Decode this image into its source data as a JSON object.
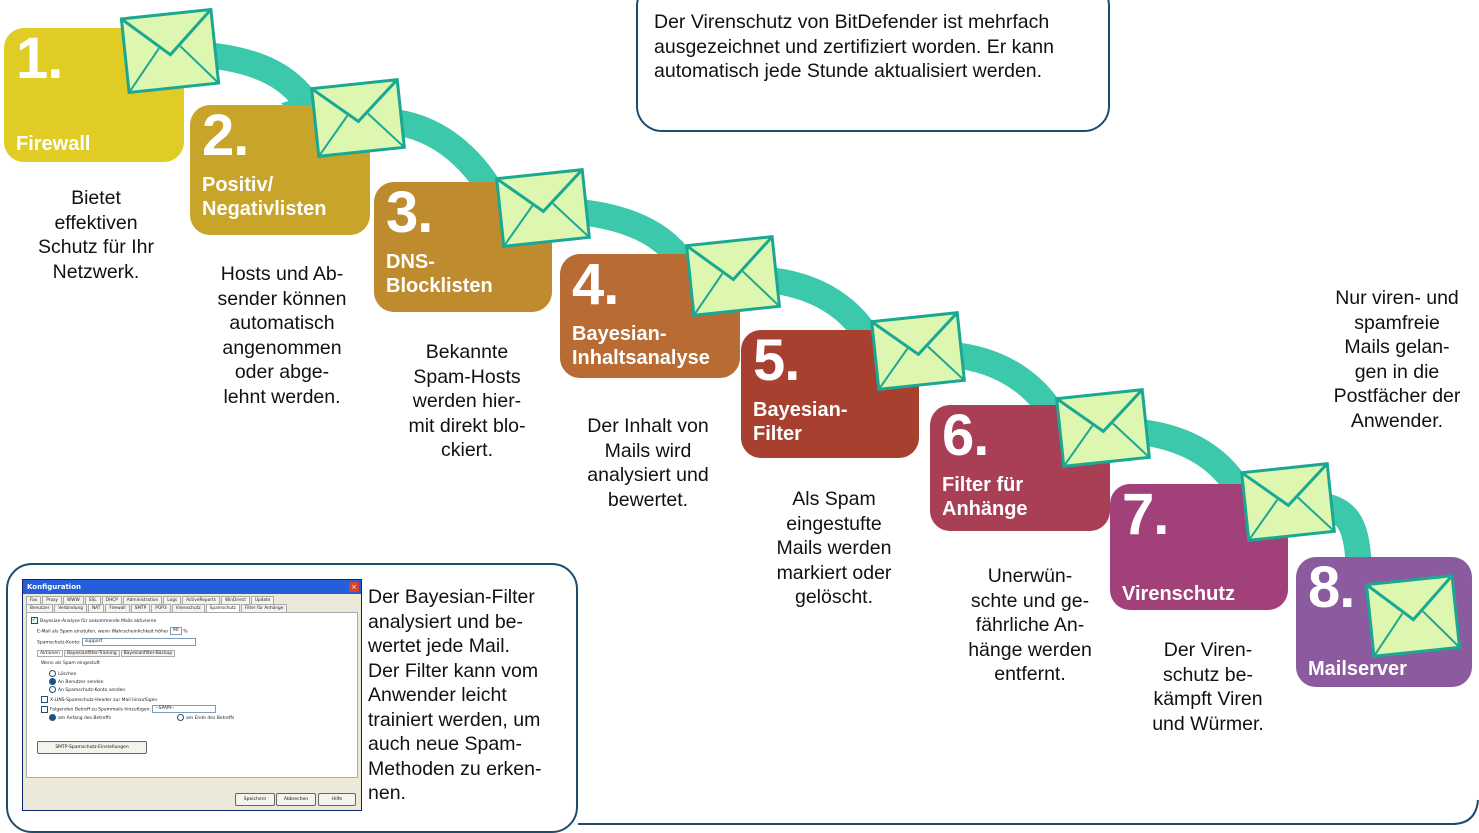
{
  "stages": [
    {
      "number": "1.",
      "name": "Firewall",
      "color": "#e0cc25",
      "description": "Bietet\neffektiven\nSchutz für Ihr\nNetzwerk."
    },
    {
      "number": "2.",
      "name": "Positiv/\nNegativlisten",
      "color": "#c8a42a",
      "description": "Hosts und Ab-\nsender können\nautomatisch\nangenommen\noder abge-\nlehnt werden."
    },
    {
      "number": "3.",
      "name": "DNS-\nBlocklisten",
      "color": "#bf8b2f",
      "description": "Bekannte\nSpam-Hosts\nwerden hier-\nmit direkt blo-\nckiert."
    },
    {
      "number": "4.",
      "name": "Bayesian-\nInhaltsanalyse",
      "color": "#b86c33",
      "description": "Der Inhalt von\nMails wird\nanalysiert und\nbewertet."
    },
    {
      "number": "5.",
      "name": "Bayesian-\nFilter",
      "color": "#a7402f",
      "description": "Als Spam\neingestufte\nMails werden\nmarkiert oder\ngelöscht."
    },
    {
      "number": "6.",
      "name": "Filter für\nAnhänge",
      "color": "#a83f54",
      "description": "Unerwün-\nschte und ge-\nfährliche An-\nhänge werden\nentfernt."
    },
    {
      "number": "7.",
      "name": "Virenschutz",
      "color": "#a2407a",
      "description": "Der Viren-\nschutz be-\nkämpft Viren\nund Würmer."
    },
    {
      "number": "8.",
      "name": "Mailserver",
      "color": "#8c5a9e",
      "description": "Nur viren- und\nspamfreie\nMails gelan-\ngen in die\nPostfächer der\nAnwender."
    }
  ],
  "callouts": {
    "top": "Der Virenschutz von BitDefender ist mehrfach ausgezeichnet und zertifiziert worden. Er kann automatisch jede Stunde aktualisiert werden.",
    "bottom": "Der Bayesian-Filter\nanalysiert und be-\nwertet jede Mail.\nDer Filter kann vom\nAnwender leicht\ntrainiert werden, um\nauch neue Spam-\nMethoden zu erken-\nnen."
  },
  "screenshot": {
    "title": "Konfiguration",
    "tabs_row1": [
      "Fax",
      "Proxy",
      "WWW",
      "SSL",
      "DHCP",
      "Administration",
      "Logs",
      "ActiveReports",
      "WinDirect",
      "Update"
    ],
    "tabs_row2": [
      "Benutzer",
      "Verbindung",
      "NAT",
      "Firewall",
      "SMTP",
      "POP3",
      "Virenschutz",
      "Spamschutz",
      "Filter für Anhänge"
    ],
    "enable_label": "Bayesian-Analyse für ankommende Mails aktivieren",
    "threshold_label": "E-Mail als Spam einstufen, wenn Wahrscheinlichkeit höher",
    "threshold_value": "90",
    "threshold_unit": "%",
    "account_label": "Spamschutz-Konto:",
    "account_value": "support",
    "subtabs": [
      "Aktionen",
      "Bayesianfilter-Training",
      "Bayesianfilter-Backup"
    ],
    "group_label": "Wenn als Spam eingestuft",
    "radio_options": [
      "Löschen",
      "An Benutzer senden",
      "An Spamschutz-Konto senden"
    ],
    "header_checkbox": "X-LINS-Spamschutz-Header zur Mail hinzufügen",
    "subject_checkbox": "Folgenden Betreff zu Spammails hinzufügen:",
    "subject_value": "--SPAM--",
    "position_options": [
      "am Anfang des Betreffs",
      "am Ende des Betreffs"
    ],
    "smtp_button": "SMTP-Spamschutz-Einstellungen",
    "save_button": "Speichern",
    "cancel_button": "Abbrechen",
    "help_button": "Hilfe"
  },
  "colors": {
    "arrow": "#3cc8aa",
    "envelope_fill": "#ddf6b0",
    "envelope_stroke": "#1aa893",
    "callout_border": "#1e4d6b"
  }
}
